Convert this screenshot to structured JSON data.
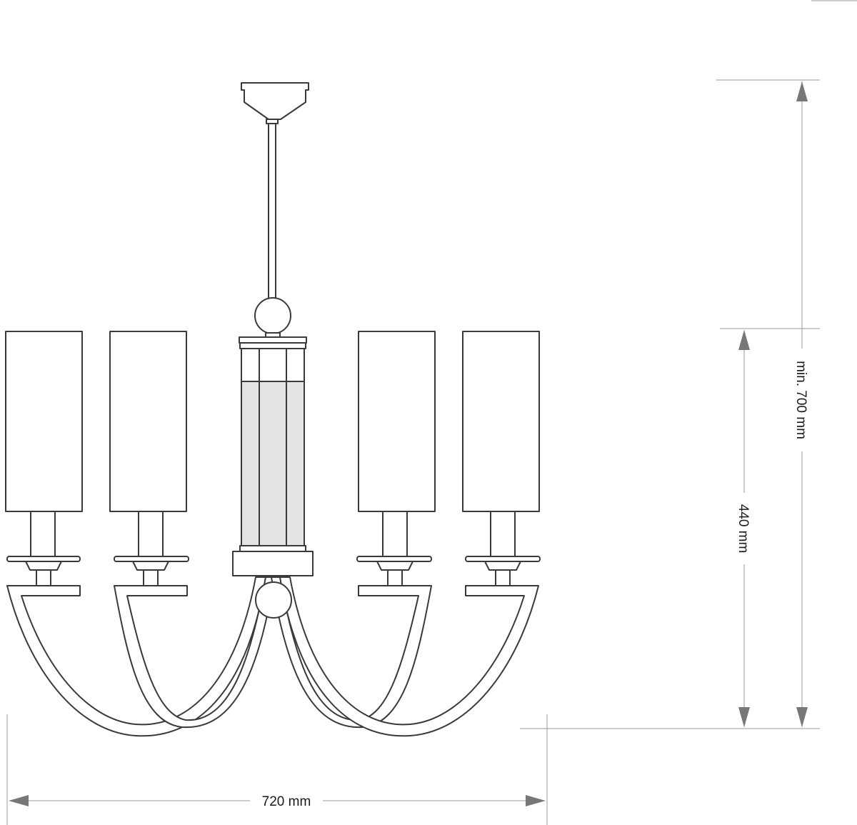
{
  "dimensions": {
    "width_label": "720 mm",
    "fixture_height_label": "440 mm",
    "overall_height_label": "min. 700 mm"
  },
  "figure": {
    "subject": "five-arm chandelier with cylindrical shades",
    "view": "front elevation",
    "shade_count": 4,
    "line_color": "#3a3a3a",
    "glass_tint": "#e4e4e4",
    "dimension_line_color": "#9a9a9a"
  }
}
